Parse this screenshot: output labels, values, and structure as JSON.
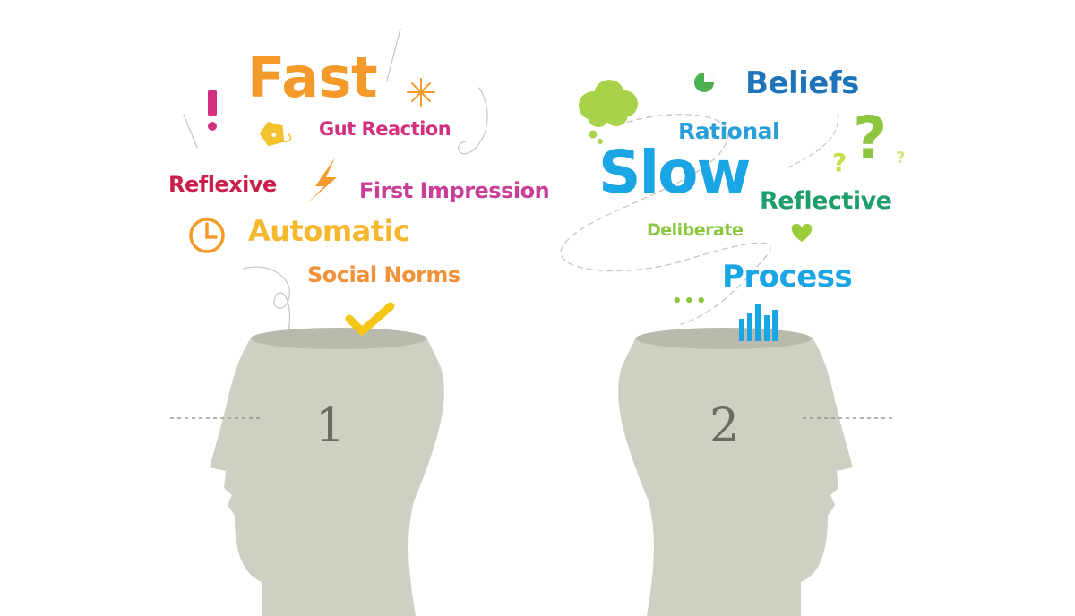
{
  "colors": {
    "head": "#cfcfc4",
    "head_top": "#b9b9ae",
    "numeral": "#6b6b62",
    "dash": "#8a8a84",
    "doodle": "#c4c4c4"
  },
  "system1": {
    "number": "1",
    "words": [
      {
        "text": "Fast",
        "color": "#f39a2b"
      },
      {
        "text": "Gut Reaction",
        "color": "#d3317f"
      },
      {
        "text": "Reflexive",
        "color": "#c8204a"
      },
      {
        "text": "First Impression",
        "color": "#c73f96"
      },
      {
        "text": "Automatic",
        "color": "#f5b82e"
      },
      {
        "text": "Social Norms",
        "color": "#f0923a"
      }
    ],
    "icons": [
      {
        "name": "exclamation-icon",
        "color": "#d3317f"
      },
      {
        "name": "tag-icon",
        "color": "#f3c22c"
      },
      {
        "name": "asterisk-icon",
        "color": "#f39a2b"
      },
      {
        "name": "lightning-icon",
        "color": "#f39a2b"
      },
      {
        "name": "clock-icon",
        "color": "#f39a2b"
      },
      {
        "name": "checkmark-icon",
        "color": "#f5c518"
      }
    ]
  },
  "system2": {
    "number": "2",
    "words": [
      {
        "text": "Beliefs",
        "color": "#1f73b8"
      },
      {
        "text": "Rational",
        "color": "#2a9fd8"
      },
      {
        "text": "Slow",
        "color": "#1aa6e4"
      },
      {
        "text": "Reflective",
        "color": "#1f9e6b"
      },
      {
        "text": "Deliberate",
        "color": "#8cc63f"
      },
      {
        "text": "Process",
        "color": "#1aa6e4"
      }
    ],
    "icons": [
      {
        "name": "pie-icon",
        "color": "#4caf50"
      },
      {
        "name": "thought-cloud-icon",
        "color": "#a8d24a"
      },
      {
        "name": "question-large-icon",
        "color": "#8cc63f"
      },
      {
        "name": "question-medium-icon",
        "color": "#c8dc4a"
      },
      {
        "name": "question-small-icon",
        "color": "#d6e27a"
      },
      {
        "name": "heart-icon",
        "color": "#9ccc3c"
      },
      {
        "name": "ellipsis-icon",
        "color": "#8cc63f"
      },
      {
        "name": "bar-chart-icon",
        "color": "#1aa6e4"
      }
    ],
    "glyphs": {
      "question": "?",
      "ellipsis": "•••"
    }
  }
}
